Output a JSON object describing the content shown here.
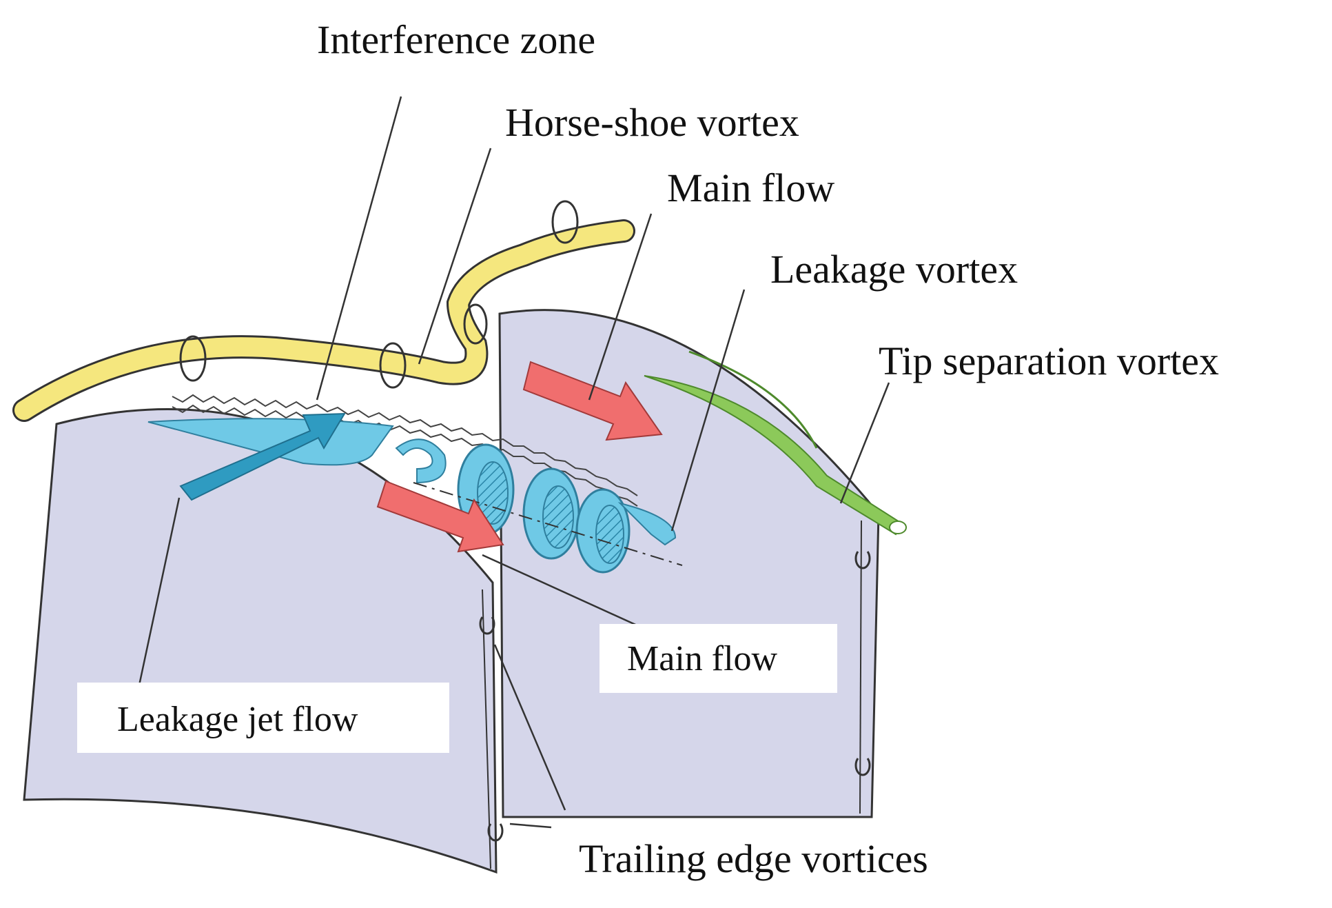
{
  "labels": {
    "interference_zone": "Interference zone",
    "horse_shoe_vortex": "Horse-shoe vortex",
    "main_flow_top": "Main flow",
    "leakage_vortex": "Leakage vortex",
    "tip_separation_vortex": "Tip separation vortex",
    "main_flow_box": "Main flow",
    "leakage_jet_flow": "Leakage jet flow",
    "trailing_edge_vortices": "Trailing edge vortices"
  },
  "colors": {
    "blade": "#d5d6ea",
    "horse_shoe_vortex": "#f5e77e",
    "leakage_jet": "#6fc9e6",
    "leakage_jet_dark": "#2f9bc1",
    "main_flow_arrow": "#f06e6e",
    "tip_separation_vortex": "#8cc95a"
  }
}
